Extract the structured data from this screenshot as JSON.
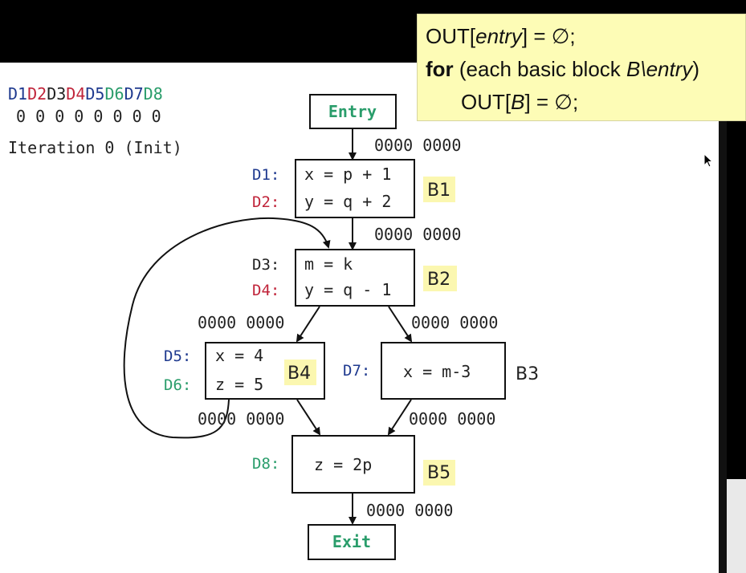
{
  "algorithm": {
    "line1": "OUT[entry] = ∅;",
    "line2_keyword": "for",
    "line2_rest": " (each basic block B\\entry)",
    "line3": "OUT[B] = ∅;"
  },
  "defs_header": [
    "D1",
    "D2",
    "D3",
    "D4",
    "D5",
    "D6",
    "D7",
    "D8"
  ],
  "defs_header_colors": [
    "#1f3a8f",
    "#c0243a",
    "#222222",
    "#c0243a",
    "#1f3a8f",
    "#2a9d6b",
    "#1f3a8f",
    "#2a9d6b"
  ],
  "defs_bits": [
    "0",
    "0",
    "0",
    "0",
    "0",
    "0",
    "0",
    "0"
  ],
  "iteration_label": "Iteration 0 (Init)",
  "nodes": {
    "entry": "Entry",
    "exit": "Exit"
  },
  "blocks": {
    "b1": {
      "name": "B1",
      "d1_label": "D1:",
      "d1_stmt": "x = p + 1",
      "d2_label": "D2:",
      "d2_stmt": "y = q + 2"
    },
    "b2": {
      "name": "B2",
      "d3_label": "D3:",
      "d3_stmt": "m = k",
      "d4_label": "D4:",
      "d4_stmt": "y = q - 1"
    },
    "b4": {
      "name": "B4",
      "d5_label": "D5:",
      "d5_stmt": "x = 4",
      "d6_label": "D6:",
      "d6_stmt": "z = 5"
    },
    "b3": {
      "name": "B3",
      "d7_label": "D7:",
      "d7_stmt": "x = m-3"
    },
    "b5": {
      "name": "B5",
      "d8_label": "D8:",
      "d8_stmt": "z = 2p"
    }
  },
  "out_sets": {
    "entry": "0000 0000",
    "b1": "0000 0000",
    "b2_left": "0000 0000",
    "b2_right": "0000 0000",
    "b4": "0000 0000",
    "b3": "0000 0000",
    "b5": "0000 0000"
  },
  "colors": {
    "blue_def": "#1f3a8f",
    "red_def": "#c0243a",
    "green_def": "#2a9d6b",
    "highlight": "#fbf7b0",
    "algo_bg": "#fdfcb6"
  }
}
